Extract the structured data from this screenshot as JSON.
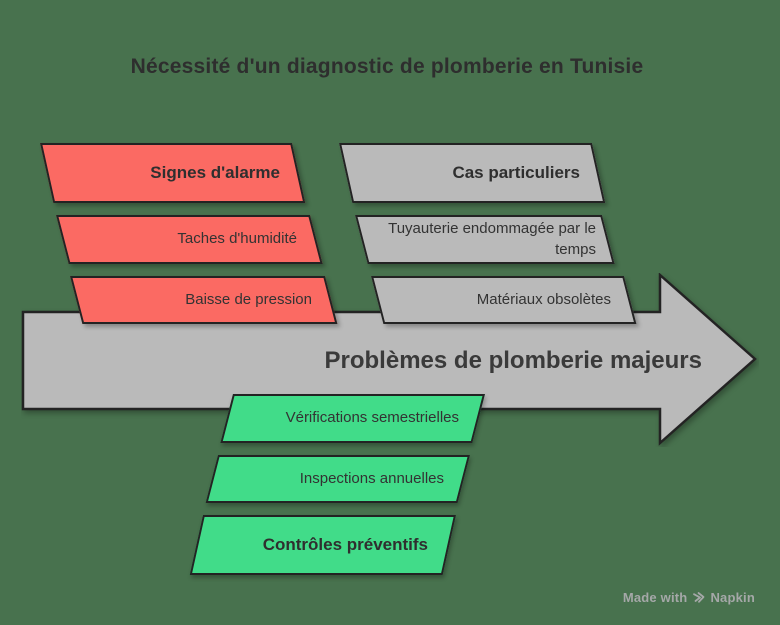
{
  "title": "Nécessité d'un diagnostic de plomberie en Tunisie",
  "colors": {
    "background": "#48724E",
    "red": "#FB6A63",
    "gray": "#BABABA",
    "green": "#41DC89",
    "border": "#232323"
  },
  "groups": {
    "alarm": {
      "header": "Signes d'alarme",
      "items": [
        "Taches d'humidité",
        "Baisse de pression"
      ]
    },
    "special_cases": {
      "header": "Cas particuliers",
      "items": [
        "Tuyauterie endommagée par le temps",
        "Matériaux obsolètes"
      ]
    },
    "preventive": {
      "header": "Contrôles préventifs",
      "items": [
        "Vérifications semestrielles",
        "Inspections annuelles"
      ]
    }
  },
  "arrow": {
    "label": "Problèmes de plomberie majeurs"
  },
  "watermark": {
    "prefix": "Made with",
    "brand": "Napkin"
  }
}
